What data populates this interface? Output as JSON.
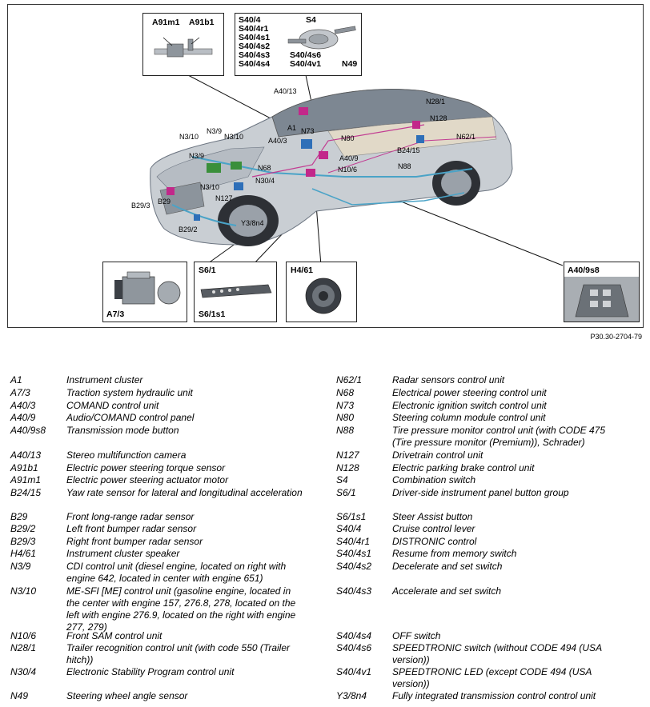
{
  "figure": {
    "reference": "P30.30-2704-79",
    "callouts": {
      "steering_rack": [
        "A91m1",
        "A91b1"
      ],
      "steering_column": [
        "S40/4",
        "S4",
        "S40/4r1",
        "S40/4s1",
        "S40/4s2",
        "S40/4s3",
        "S40/4s6",
        "S40/4s4",
        "S40/4v1",
        "N49"
      ],
      "hydraulic_unit": "A7/3",
      "switch_group": [
        "S6/1",
        "S6/1s1"
      ],
      "speaker": "H4/61",
      "shifter": "A40/9s8"
    },
    "car_labels": [
      "A40/13",
      "N28/1",
      "N128",
      "A1",
      "N73",
      "N3/9",
      "A40/3",
      "N62/1",
      "N3/10",
      "N3/10",
      "N80",
      "B24/15",
      "N3/9",
      "A40/9",
      "N68",
      "N10/6",
      "N88",
      "N30/4",
      "N3/10",
      "N127",
      "B29/3",
      "B29",
      "Y3/8n4",
      "B29/2"
    ]
  },
  "legend": {
    "left": [
      {
        "code": "A1",
        "desc": "Instrument cluster"
      },
      {
        "code": "A7/3",
        "desc": "Traction system hydraulic unit"
      },
      {
        "code": "A40/3",
        "desc": "COMAND control unit"
      },
      {
        "code": "A40/9",
        "desc": "Audio/COMAND control panel"
      },
      {
        "code": "A40/9s8",
        "desc": "Transmission mode button"
      },
      {
        "code": "A40/13",
        "desc": "Stereo multifunction camera"
      },
      {
        "code": "A91b1",
        "desc": "Electric power steering torque sensor"
      },
      {
        "code": "A91m1",
        "desc": "Electric power steering actuator motor"
      },
      {
        "code": "B24/15",
        "desc": "Yaw rate sensor for lateral and longitudinal acceleration"
      },
      {
        "code": "B29",
        "desc": "Front long-range radar sensor"
      },
      {
        "code": "B29/2",
        "desc": "Left front bumper radar sensor"
      },
      {
        "code": "B29/3",
        "desc": "Right front bumper radar sensor"
      },
      {
        "code": "H4/61",
        "desc": "Instrument cluster speaker"
      },
      {
        "code": "N3/9",
        "desc": "CDI control unit (diesel engine, located on right with engine 642, located in center with engine 651)"
      },
      {
        "code": "N3/10",
        "desc": "ME-SFI [ME] control unit (gasoline engine, located in the center with engine 157, 276.8, 278, located on the left with engine 276.9, located on the right with engine 277, 279)"
      },
      {
        "code": "N10/6",
        "desc": "Front SAM control unit"
      },
      {
        "code": "N28/1",
        "desc": "Trailer recognition control unit (with code 550 (Trailer hitch))"
      },
      {
        "code": "N30/4",
        "desc": "Electronic Stability Program control unit"
      },
      {
        "code": "N49",
        "desc": "Steering wheel angle sensor"
      }
    ],
    "right": [
      {
        "code": "N62/1",
        "desc": "Radar sensors control unit"
      },
      {
        "code": "N68",
        "desc": "Electrical power steering control unit"
      },
      {
        "code": "N73",
        "desc": "Electronic ignition switch control unit"
      },
      {
        "code": "N80",
        "desc": "Steering column module control unit"
      },
      {
        "code": "N88",
        "desc": "Tire pressure monitor control unit (with CODE 475 (Tire pressure monitor (Premium)), Schrader)"
      },
      {
        "code": "N127",
        "desc": "Drivetrain control unit"
      },
      {
        "code": "N128",
        "desc": "Electric parking brake control unit"
      },
      {
        "code": "S4",
        "desc": "Combination switch"
      },
      {
        "code": "S6/1",
        "desc": "Driver-side instrument panel button group"
      },
      {
        "code": "S6/1s1",
        "desc": "Steer Assist button"
      },
      {
        "code": "S40/4",
        "desc": "Cruise control lever"
      },
      {
        "code": "S40/4r1",
        "desc": "DISTRONIC control"
      },
      {
        "code": "S40/4s1",
        "desc": "Resume from memory switch"
      },
      {
        "code": "S40/4s2",
        "desc": "Decelerate and set switch"
      },
      {
        "code": "S40/4s3",
        "desc": "Accelerate and set switch"
      },
      {
        "code": "S40/4s4",
        "desc": "OFF switch"
      },
      {
        "code": "S40/4s6",
        "desc": "SPEEDTRONIC switch (without CODE 494 (USA version))"
      },
      {
        "code": "S40/4v1",
        "desc": "SPEEDTRONIC LED (except CODE 494 (USA version))"
      },
      {
        "code": "Y3/8n4",
        "desc": "Fully integrated transmission control control unit"
      }
    ]
  }
}
